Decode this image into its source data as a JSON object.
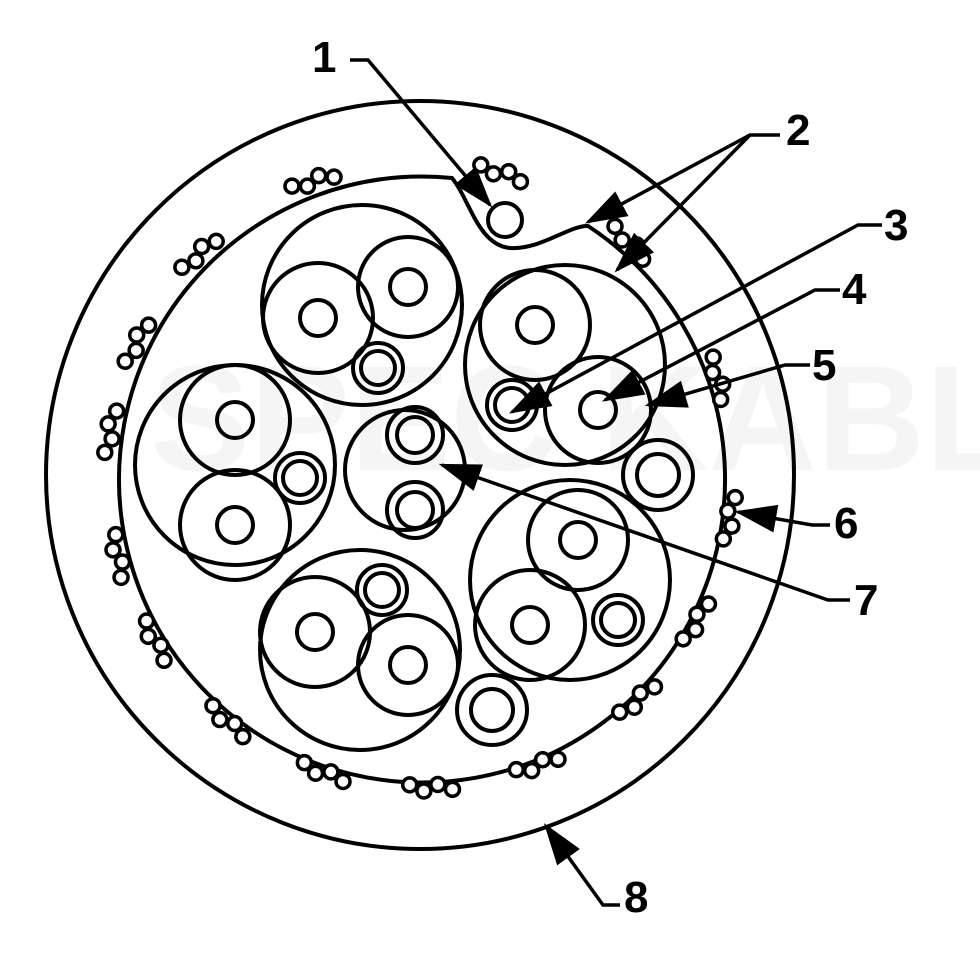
{
  "title": "Cable cross-section",
  "watermark": "SPEC KABLE",
  "labels": [
    "1",
    "2",
    "3",
    "4",
    "5",
    "6",
    "7",
    "8"
  ],
  "colors": {
    "line": "#000000",
    "background": "#ffffff"
  }
}
